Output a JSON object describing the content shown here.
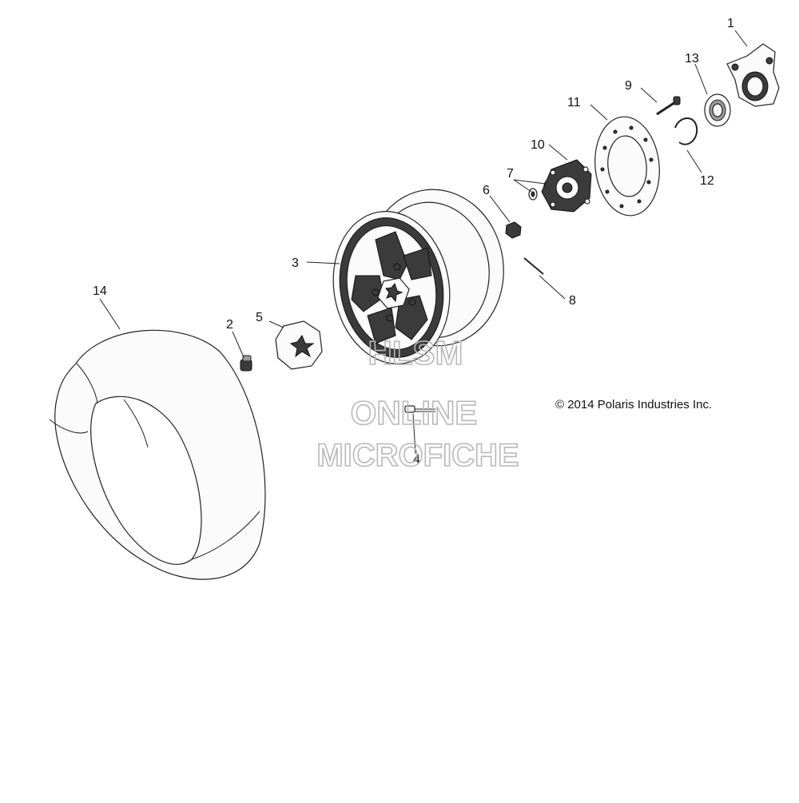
{
  "diagram": {
    "callouts": [
      {
        "id": "1",
        "label": "1"
      },
      {
        "id": "2",
        "label": "2"
      },
      {
        "id": "3",
        "label": "3"
      },
      {
        "id": "4",
        "label": "4"
      },
      {
        "id": "5",
        "label": "5"
      },
      {
        "id": "6",
        "label": "6"
      },
      {
        "id": "7",
        "label": "7"
      },
      {
        "id": "8",
        "label": "8"
      },
      {
        "id": "9",
        "label": "9"
      },
      {
        "id": "10",
        "label": "10"
      },
      {
        "id": "11",
        "label": "11"
      },
      {
        "id": "12",
        "label": "12"
      },
      {
        "id": "13",
        "label": "13"
      },
      {
        "id": "14",
        "label": "14"
      }
    ],
    "copyright": "© 2014 Polaris Industries Inc.",
    "watermark": {
      "line1": "HLSM",
      "line2": "ONLINE",
      "line3": "MICROFICHE"
    }
  }
}
